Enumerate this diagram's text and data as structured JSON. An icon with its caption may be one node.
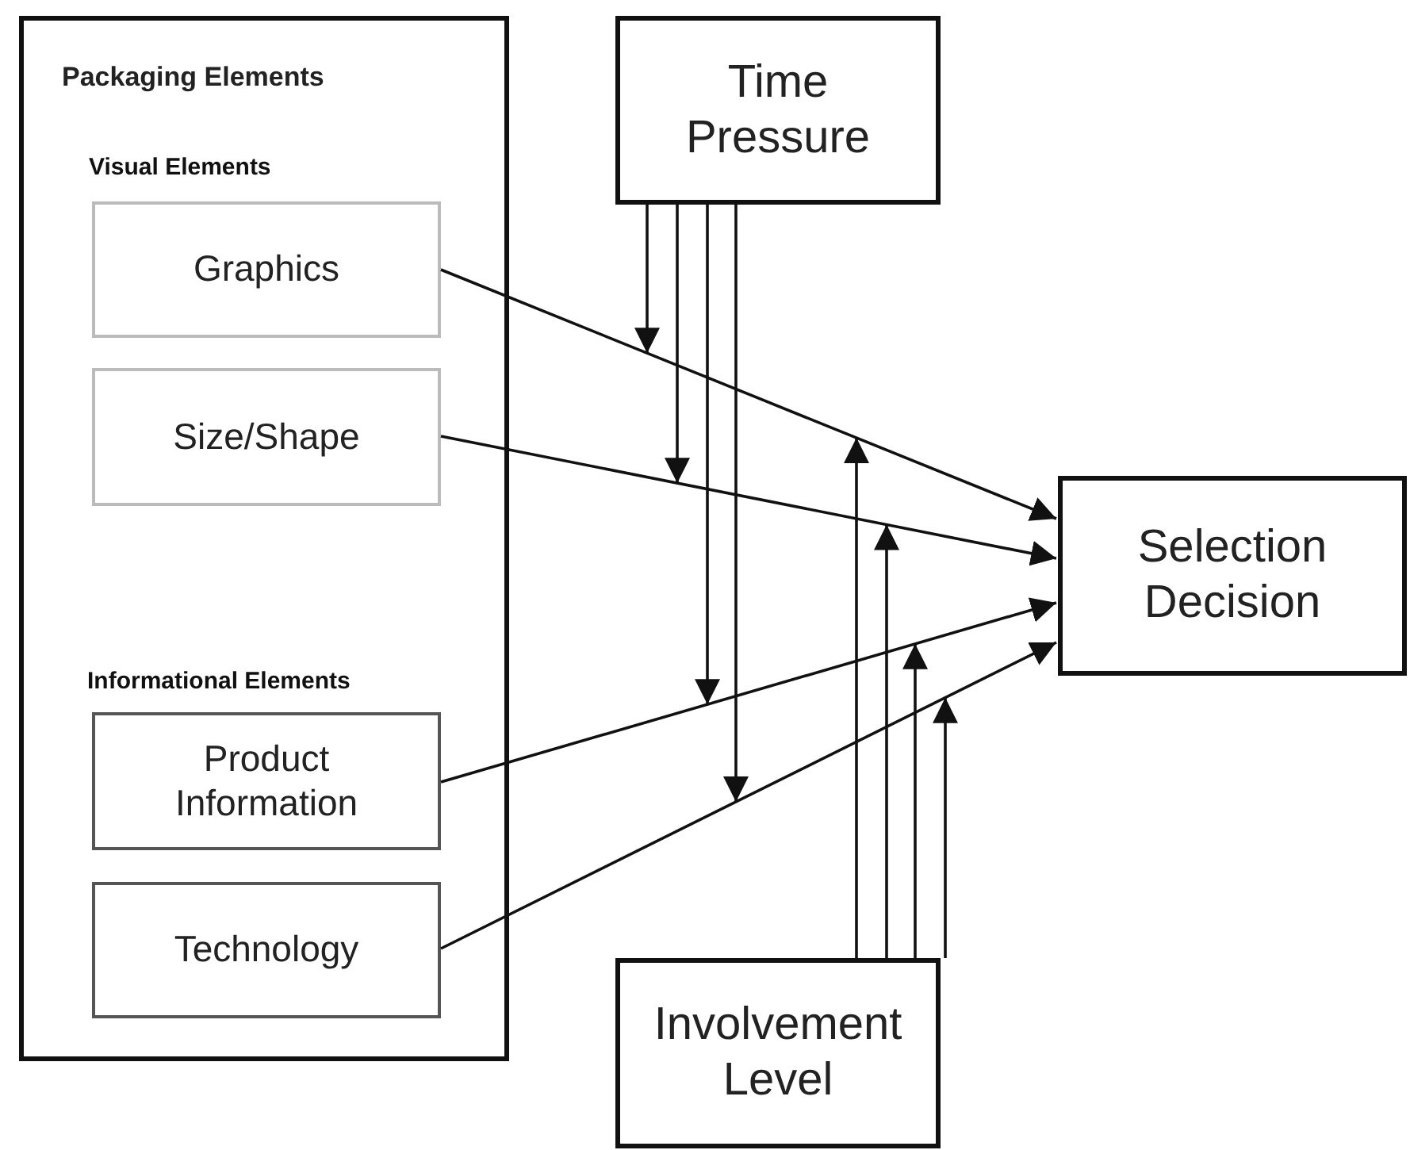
{
  "diagram": {
    "nodes": [
      {
        "text": [
          "Packaging Elements"
        ]
      },
      {
        "text": [
          "Graphics"
        ],
        "in": 0
      },
      {
        "text": [
          "Size/Shape"
        ],
        "in": 0
      },
      {
        "text": [
          "Product Information"
        ],
        "in": 0
      },
      {
        "text": [
          "Technology"
        ],
        "in": 0
      },
      {
        "text": [
          "Time Pressure"
        ]
      },
      {
        "text": [
          "Selection Decision"
        ]
      },
      {
        "text": [
          "Involvement Level"
        ]
      }
    ],
    "edges": [
      {
        "from": 1,
        "to": 6,
        "arrow": "to"
      },
      {
        "from": 2,
        "to": 6,
        "arrow": "to"
      },
      {
        "from": 3,
        "to": 6,
        "arrow": "to"
      },
      {
        "from": 4,
        "to": 6,
        "arrow": "to"
      },
      {
        "from": 5,
        "to": null,
        "arrow": "to"
      },
      {
        "from": 5,
        "to": null,
        "arrow": "to"
      },
      {
        "from": 5,
        "to": null,
        "arrow": "to"
      },
      {
        "from": 5,
        "to": null,
        "arrow": "to"
      },
      {
        "from": 7,
        "to": null,
        "arrow": "to"
      },
      {
        "from": 7,
        "to": null,
        "arrow": "to"
      },
      {
        "from": 7,
        "to": null,
        "arrow": "to"
      },
      {
        "from": 7,
        "to": null,
        "arrow": "to"
      }
    ],
    "labels": [
      "Visual Elements",
      "Informational Elements"
    ]
  }
}
